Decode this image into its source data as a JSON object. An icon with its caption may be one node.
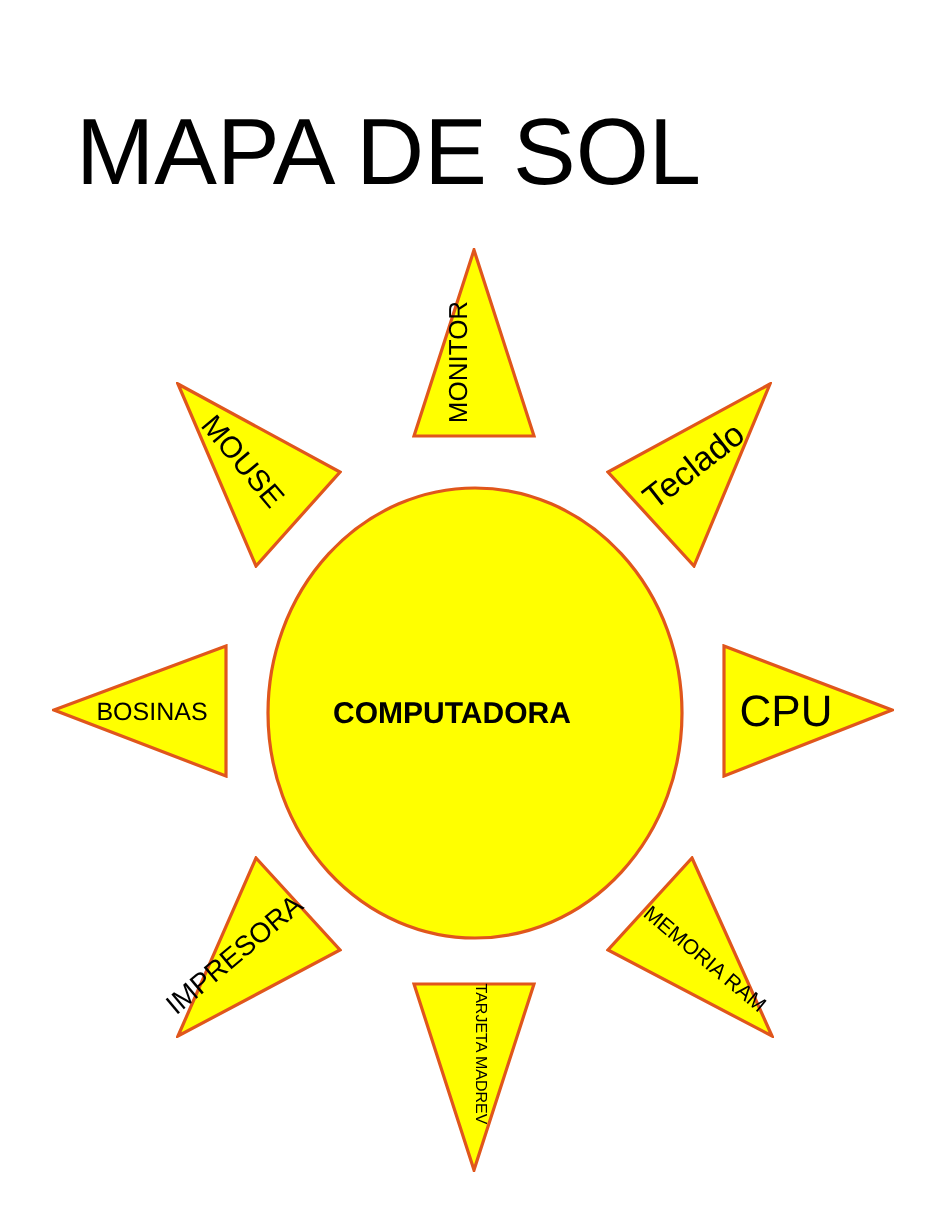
{
  "diagram": {
    "title": "MAPA DE SOL",
    "nodes": [
      {
        "text": [
          "MONITOR"
        ]
      },
      {
        "text": [
          "MOUSE"
        ]
      },
      {
        "text": [
          "Teclado"
        ]
      },
      {
        "text": [
          "BOSINAS"
        ]
      },
      {
        "text": [
          "COMPUTADORA"
        ]
      },
      {
        "text": [
          "CPU"
        ]
      },
      {
        "text": [
          "IMPRESORA"
        ]
      },
      {
        "text": [
          "MEMORIA RAM"
        ]
      },
      {
        "text": [
          "TARJETA MADREV"
        ]
      }
    ]
  }
}
